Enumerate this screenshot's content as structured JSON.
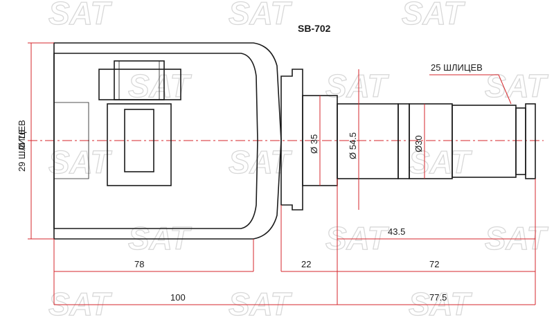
{
  "part_number": "SB-702",
  "watermark_text": "SAT",
  "labels": {
    "outer_splines": "29 ШЛИЦЕВ",
    "outer_diameter": "Ø 76",
    "inner_splines": "25 ШЛИЦЕВ",
    "dia_35": "Ø 35",
    "dia_54_5": "Ø 54.5",
    "dia_30": "Ø30"
  },
  "dimensions": {
    "d_43_5": "43.5",
    "d_78": "78",
    "d_22": "22",
    "d_72": "72",
    "d_100": "100",
    "d_77_5": "77.5"
  },
  "colors": {
    "outline": "#1a1a1a",
    "dimension_lines": "#d6262b",
    "watermark": "#d8d8d8"
  }
}
